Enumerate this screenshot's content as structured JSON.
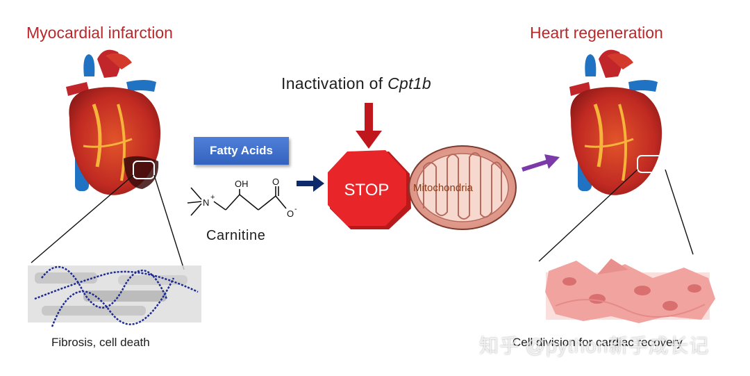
{
  "labels": {
    "left_title": "Myocardial infarction",
    "right_title": "Heart regeneration",
    "inactivation_prefix": "Inactivation of ",
    "inactivation_gene": "Cpt1b",
    "fatty_acids": "Fatty Acids",
    "carnitine": "Carnitine",
    "oh": "OH",
    "o_top": "O",
    "o_minus": "O",
    "minus": "-",
    "n_plus": "N",
    "plus": "+",
    "stop": "STOP",
    "mitochondria": "Mitochondria",
    "left_caption": "Fibrosis, cell death",
    "right_caption": "Cell division for cardiac recovery",
    "watermark": "知乎 @python新手成长记"
  },
  "colors": {
    "title_red": "#b8282b",
    "stop_red": "#e8262a",
    "arrow_navy": "#0e2a6b",
    "arrow_purple": "#7b3aa8",
    "arrow_red": "#c0171c",
    "fatty_blue": "#3f6fd0",
    "mito_fill": "#e9a79a",
    "cell_pink": "#f1a3a0"
  }
}
